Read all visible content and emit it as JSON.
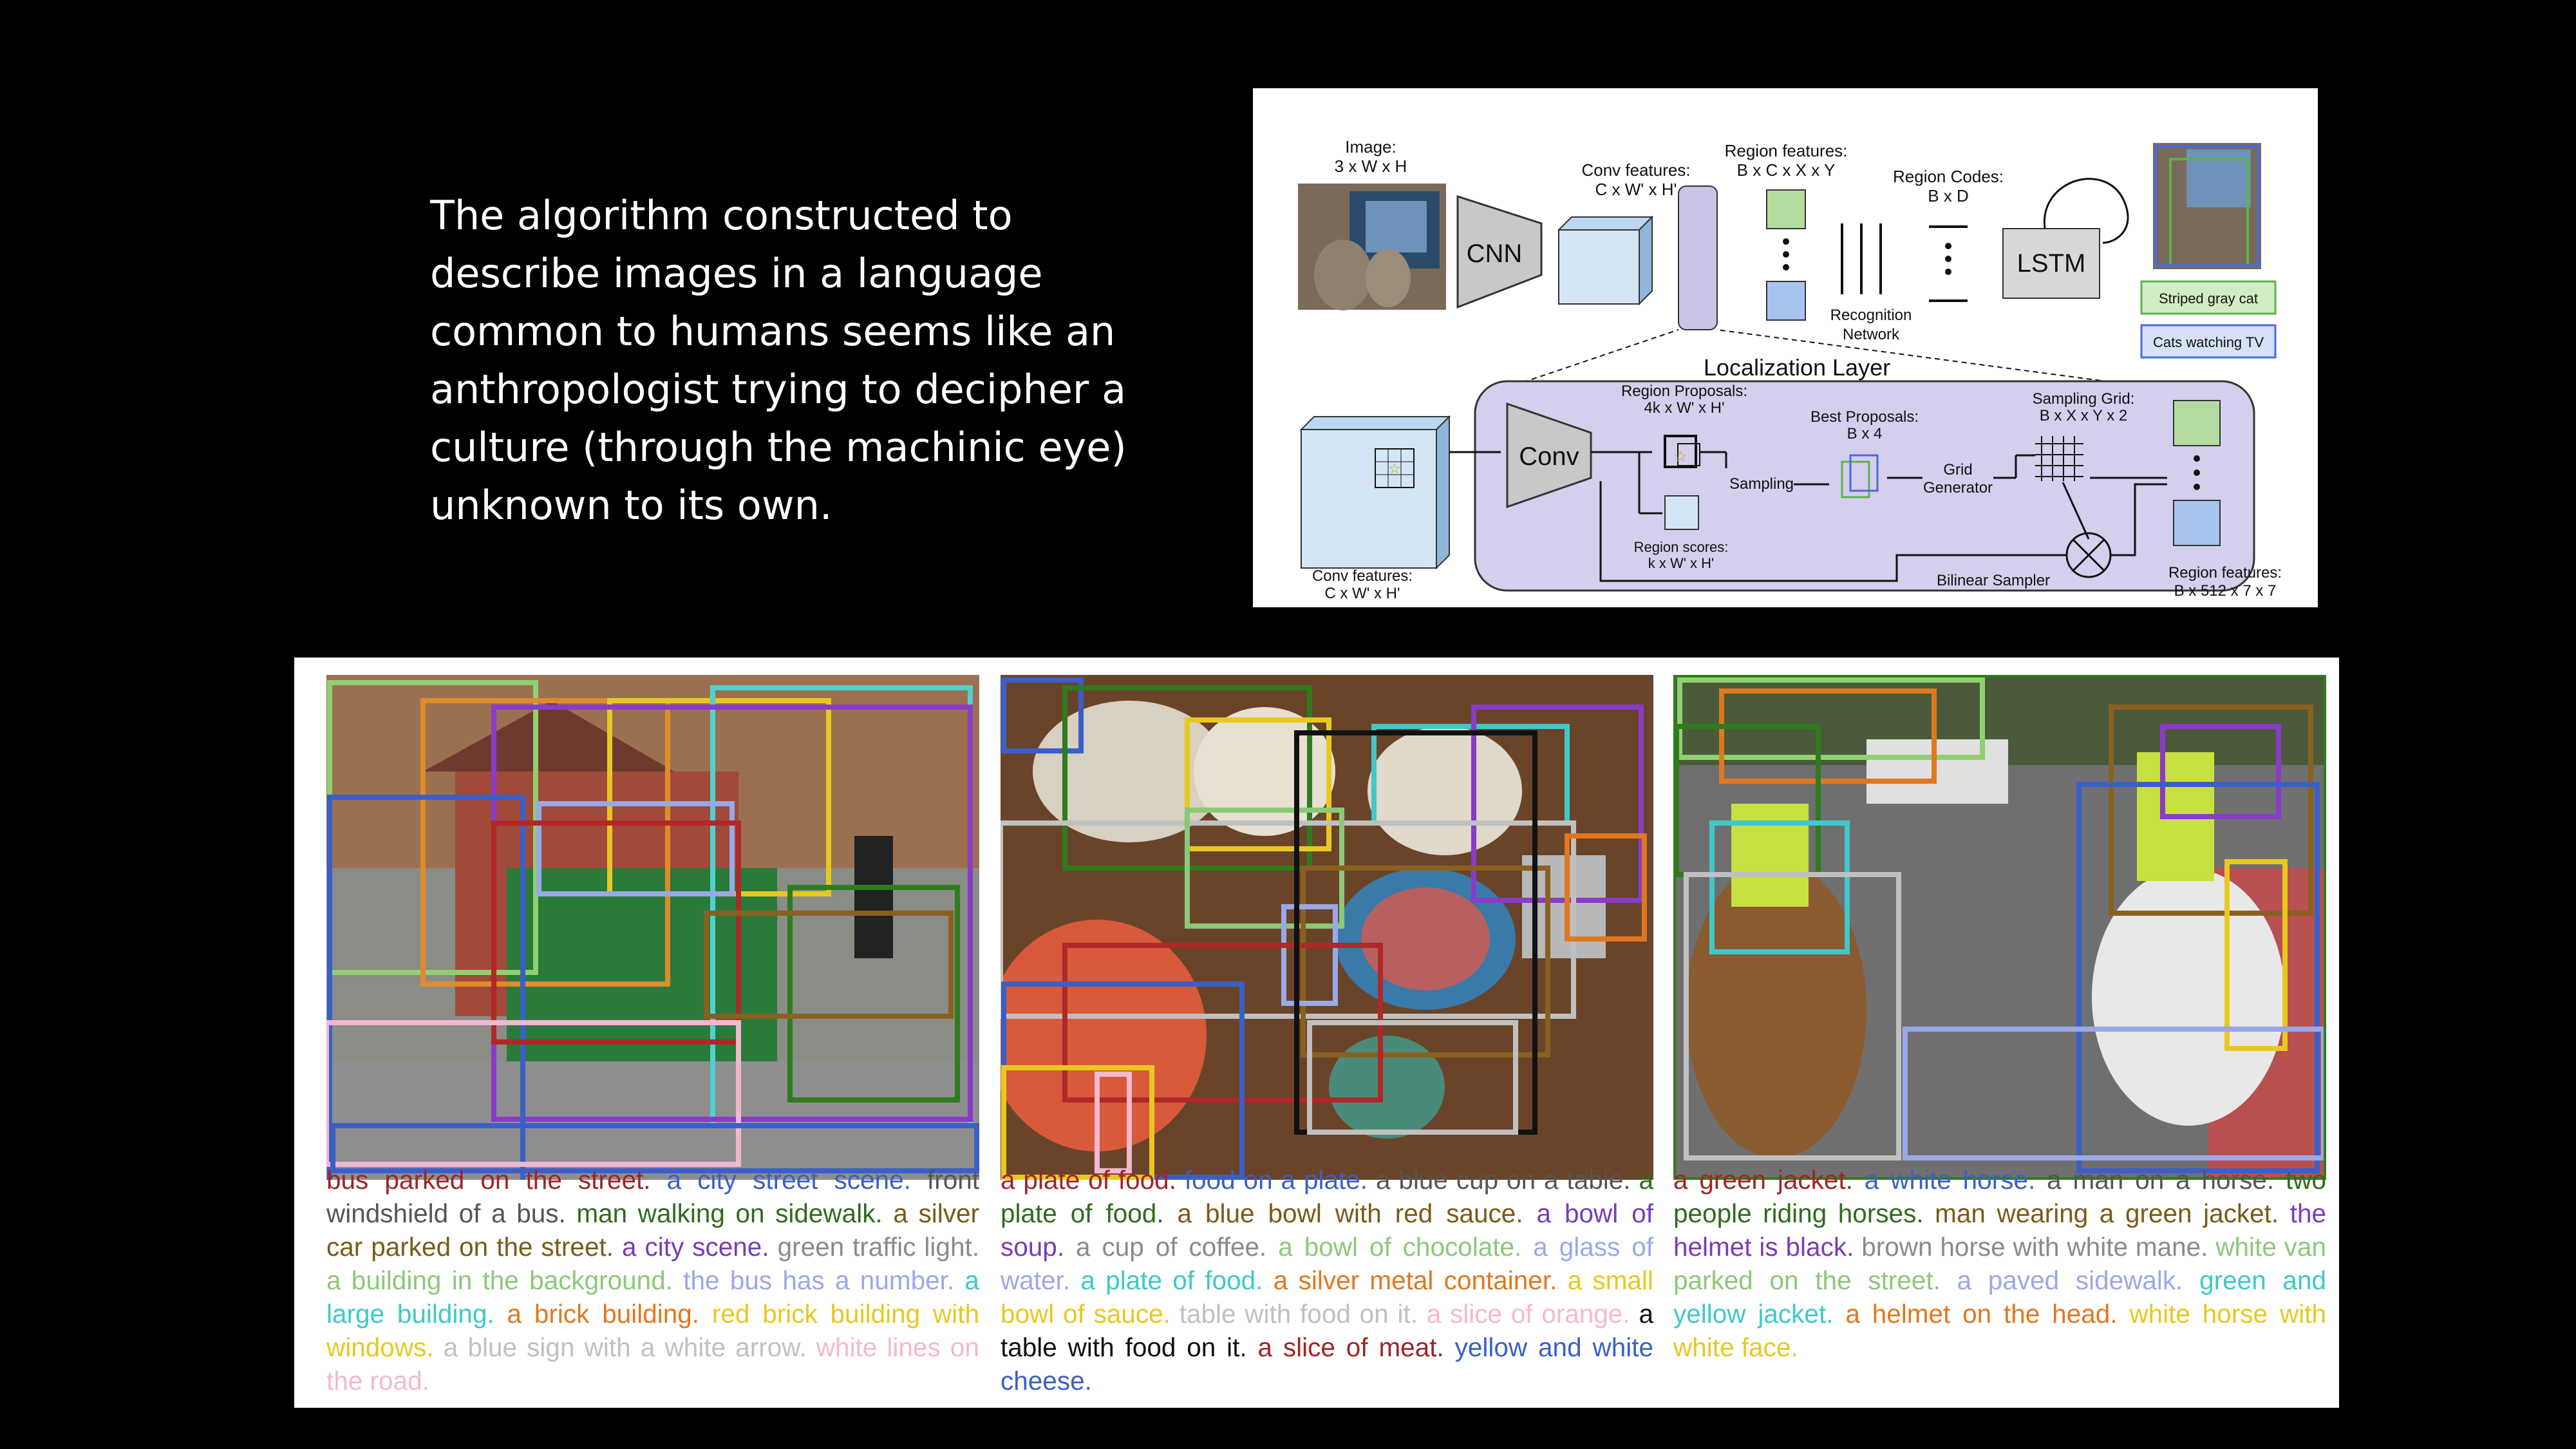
{
  "slide_text": "The algorithm constructed to describe images in a language common to humans seems like an anthropologist trying to decipher a culture (through the machinic eye) unknown to its own.",
  "diagram": {
    "image_label": "Image:",
    "image_dims": "3 x W x H",
    "cnn": "CNN",
    "conv_features_label": "Conv features:",
    "conv_features_dims": "C x W' x H'",
    "region_features_label": "Region features:",
    "region_features_dims": "B x C x X x Y",
    "region_codes_label": "Region Codes:",
    "region_codes_dims": "B x D",
    "recognition_network": "Recognition",
    "recognition_network_2": "Network",
    "lstm": "LSTM",
    "out_caption_1": "Striped gray cat",
    "out_caption_2": "Cats watching TV",
    "localization_layer": "Localization Layer",
    "conv": "Conv",
    "region_proposals_label": "Region Proposals:",
    "region_proposals_dims": "4k x W' x H'",
    "best_proposals_label": "Best Proposals:",
    "best_proposals_dims": "B x 4",
    "sampling_grid_label": "Sampling Grid:",
    "sampling_grid_dims": "B x X x Y x 2",
    "sampling": "Sampling",
    "grid_generator_1": "Grid",
    "grid_generator_2": "Generator",
    "region_scores_label": "Region scores:",
    "region_scores_dims": "k x W' x H'",
    "conv_features_bottom_label": "Conv features:",
    "conv_features_bottom_dims": "C x W' x H'",
    "bilinear_sampler": "Bilinear Sampler",
    "region_features_out_label": "Region features:",
    "region_features_out_dims": "B x 512 x 7 x 7"
  },
  "examples": [
    {
      "box_labels": [
        "a building in the background",
        "a brick building",
        "red brick building with windows",
        "a large building",
        "a city scene",
        "a blue sign with a white arrow",
        "the bus has a number",
        "bus parked on the street",
        "front windshield of a bus",
        "a green traffic light",
        "man walking on sidewalk",
        "a silver car parked on the street",
        "white lines on the road"
      ],
      "captions": [
        {
          "text": "bus parked on the street.",
          "color": "#a02424"
        },
        {
          "text": "a city street scene.",
          "color": "#3a5fc8"
        },
        {
          "text": "front windshield of a bus.",
          "color": "#555555"
        },
        {
          "text": "man walking on sidewalk.",
          "color": "#2f6b1e"
        },
        {
          "text": "a silver car parked on the street.",
          "color": "#7a5a18"
        },
        {
          "text": "a city scene.",
          "color": "#7a3bb8"
        },
        {
          "text": "green traffic light.",
          "color": "#8a8a8a"
        },
        {
          "text": "a building in the background.",
          "color": "#8cc87a"
        },
        {
          "text": "the bus has a number.",
          "color": "#9aa8e8"
        },
        {
          "text": "a large building.",
          "color": "#40c8c8"
        },
        {
          "text": "a brick building.",
          "color": "#e07820"
        },
        {
          "text": "red brick building with windows.",
          "color": "#e8c820"
        },
        {
          "text": "a blue sign with a white arrow.",
          "color": "#c0c0c0"
        },
        {
          "text": "white lines on the road.",
          "color": "#f4b8d0"
        }
      ]
    },
    {
      "box_labels": [
        "a blue cup on a table",
        "a plate of food",
        "a small bowl of sauce",
        "a plate of food",
        "a bowl of soup",
        "table with food on it",
        "a bowl of chocolate",
        "a blue bowl with red sauce",
        "a silver metal container",
        "a glass of water",
        "a slice of meat",
        "food on a plate",
        "a cup of coffee",
        "yellow and white cheese"
      ],
      "captions": [
        {
          "text": "a plate of food.",
          "color": "#a02424"
        },
        {
          "text": "food on a plate.",
          "color": "#3a5fc8"
        },
        {
          "text": "a blue cup on a table.",
          "color": "#555555"
        },
        {
          "text": "a plate of food.",
          "color": "#2f6b1e"
        },
        {
          "text": "a blue bowl with red sauce.",
          "color": "#7a5a18"
        },
        {
          "text": "a bowl of soup.",
          "color": "#7a3bb8"
        },
        {
          "text": "a cup of coffee.",
          "color": "#8a8a8a"
        },
        {
          "text": "a bowl of chocolate.",
          "color": "#8cc87a"
        },
        {
          "text": "a glass of water.",
          "color": "#9aa8e8"
        },
        {
          "text": "a plate of food.",
          "color": "#40c8c8"
        },
        {
          "text": "a silver metal container.",
          "color": "#e07820"
        },
        {
          "text": "a small bowl of sauce.",
          "color": "#e8c820"
        },
        {
          "text": "table with food on it.",
          "color": "#c0c0c0"
        },
        {
          "text": "a slice of orange.",
          "color": "#f4b8d0"
        },
        {
          "text": "a table with food on it.",
          "color": "#111111"
        },
        {
          "text": "a slice of meat.",
          "color": "#a02424"
        },
        {
          "text": "yellow and white cheese.",
          "color": "#3a5fc8"
        }
      ]
    },
    {
      "box_labels": [
        "a man on a horse",
        "a white van parked on the street",
        "a helmet on the head",
        "people riding horses",
        "man wearing a green jacket",
        "the helmet is black",
        "a white horse",
        "green and yellow jacket",
        "white horse with white face",
        "brown horse with white mane",
        "a paved sidewalk"
      ],
      "captions": [
        {
          "text": "a green jacket.",
          "color": "#a02424"
        },
        {
          "text": "a white horse.",
          "color": "#3a5fc8"
        },
        {
          "text": "a man on a horse.",
          "color": "#555555"
        },
        {
          "text": "two people riding horses.",
          "color": "#2f6b1e"
        },
        {
          "text": "man wearing a green jacket.",
          "color": "#7a5a18"
        },
        {
          "text": "the helmet is black.",
          "color": "#7a3bb8"
        },
        {
          "text": "brown horse with white mane.",
          "color": "#8a8a8a"
        },
        {
          "text": "white van parked on the street.",
          "color": "#8cc87a"
        },
        {
          "text": "a paved sidewalk.",
          "color": "#9aa8e8"
        },
        {
          "text": "green and yellow jacket.",
          "color": "#40c8c8"
        },
        {
          "text": "a helmet on the head.",
          "color": "#e07820"
        },
        {
          "text": "white horse with white face.",
          "color": "#e8c820"
        }
      ]
    }
  ]
}
